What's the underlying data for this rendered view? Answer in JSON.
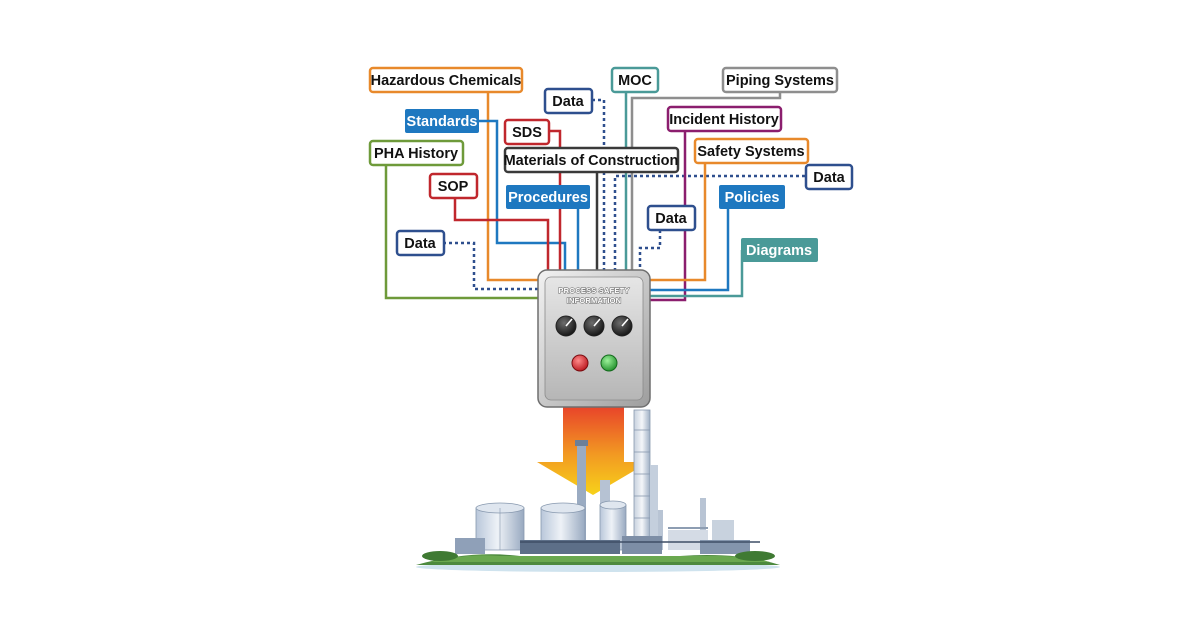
{
  "diagram": {
    "panel": {
      "title_line1": "PROCESS SAFETY",
      "title_line2": "INFORMATION"
    },
    "labels": {
      "hazardous_chemicals": "Hazardous Chemicals",
      "moc": "MOC",
      "piping_systems": "Piping Systems",
      "data_top": "Data",
      "standards": "Standards",
      "sds": "SDS",
      "incident_history": "Incident History",
      "pha_history": "PHA History",
      "materials_of_construction": "Materials of Construction",
      "safety_systems": "Safety Systems",
      "data_right": "Data",
      "sop": "SOP",
      "procedures": "Procedures",
      "policies": "Policies",
      "data_mid": "Data",
      "data_left": "Data",
      "diagrams": "Diagrams"
    },
    "colors": {
      "orange": "#E8892B",
      "teal": "#4A9A98",
      "gray": "#8E8E8E",
      "navy": "#2E4F8E",
      "blue": "#1E78C0",
      "red": "#C0272D",
      "purple": "#8B1E6E",
      "green": "#6E9A3A",
      "dark": "#3A3A3A",
      "steel_blue": "#5C89BA"
    },
    "icons": {
      "knobs": "dial-knob-icon",
      "red_light": "red-indicator-icon",
      "green_light": "green-indicator-icon",
      "arrow": "down-arrow-icon",
      "plant": "refinery-icon"
    }
  }
}
